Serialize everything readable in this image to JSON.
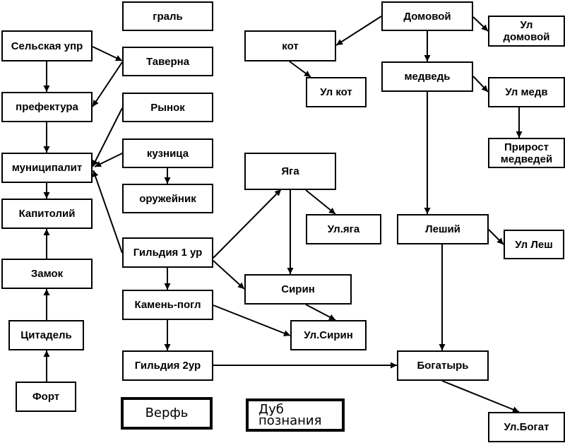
{
  "diagram": {
    "type": "flowchart",
    "nodes": [
      {
        "id": "selskaya",
        "label": "Сельская упр"
      },
      {
        "id": "prefektura",
        "label": "префектура"
      },
      {
        "id": "municipalit",
        "label": "муниципалит"
      },
      {
        "id": "kapitoliy",
        "label": "Капитолий"
      },
      {
        "id": "zamok",
        "label": "Замок"
      },
      {
        "id": "citadel",
        "label": "Цитадель"
      },
      {
        "id": "fort",
        "label": "Форт"
      },
      {
        "id": "gral",
        "label": "граль"
      },
      {
        "id": "taverna",
        "label": "Таверна"
      },
      {
        "id": "rynok",
        "label": "Рынок"
      },
      {
        "id": "kuznica",
        "label": "кузница"
      },
      {
        "id": "oruzheynik",
        "label": "оружейник"
      },
      {
        "id": "gildia1",
        "label": "Гильдия 1 ур"
      },
      {
        "id": "kamen",
        "label": "Камень-погл"
      },
      {
        "id": "gildia2",
        "label": "Гильдия 2ур"
      },
      {
        "id": "verf",
        "label": "Верфь"
      },
      {
        "id": "dub",
        "label": "Дуб\nпознания"
      },
      {
        "id": "kot",
        "label": "кот"
      },
      {
        "id": "ul_kot",
        "label": "Ул кот"
      },
      {
        "id": "domovoy",
        "label": "Домовой"
      },
      {
        "id": "ul_domovoy",
        "label": "Ул\nдомовой"
      },
      {
        "id": "medved",
        "label": "медведь"
      },
      {
        "id": "ul_medv",
        "label": "Ул медв"
      },
      {
        "id": "prirost",
        "label": "Прирост\nмедведей"
      },
      {
        "id": "yaga",
        "label": "Яга"
      },
      {
        "id": "ul_yaga",
        "label": "Ул.яга"
      },
      {
        "id": "leshiy",
        "label": "Леший"
      },
      {
        "id": "ul_lesh",
        "label": "Ул Леш"
      },
      {
        "id": "sirin",
        "label": "Сирин"
      },
      {
        "id": "ul_sirin",
        "label": "Ул.Сирин"
      },
      {
        "id": "bogatyr",
        "label": "Богатырь"
      },
      {
        "id": "ul_bogat",
        "label": "Ул.Богат"
      }
    ],
    "edges": [
      {
        "from": "selskaya",
        "to": "prefektura"
      },
      {
        "from": "selskaya",
        "to": "taverna"
      },
      {
        "from": "taverna",
        "to": "prefektura"
      },
      {
        "from": "prefektura",
        "to": "municipalit"
      },
      {
        "from": "rynok",
        "to": "municipalit"
      },
      {
        "from": "kuznica",
        "to": "municipalit"
      },
      {
        "from": "gildia1",
        "to": "municipalit"
      },
      {
        "from": "municipalit",
        "to": "kapitoliy"
      },
      {
        "from": "zamok",
        "to": "kapitoliy"
      },
      {
        "from": "citadel",
        "to": "zamok"
      },
      {
        "from": "fort",
        "to": "citadel"
      },
      {
        "from": "kuznica",
        "to": "oruzheynik"
      },
      {
        "from": "gildia1",
        "to": "kamen"
      },
      {
        "from": "gildia1",
        "to": "yaga"
      },
      {
        "from": "gildia1",
        "to": "sirin"
      },
      {
        "from": "kamen",
        "to": "gildia2"
      },
      {
        "from": "kamen",
        "to": "ul_sirin"
      },
      {
        "from": "gildia2",
        "to": "bogatyr"
      },
      {
        "from": "domovoy",
        "to": "kot"
      },
      {
        "from": "domovoy",
        "to": "ul_domovoy"
      },
      {
        "from": "domovoy",
        "to": "medved"
      },
      {
        "from": "kot",
        "to": "ul_kot"
      },
      {
        "from": "medved",
        "to": "ul_medv"
      },
      {
        "from": "medved",
        "to": "leshiy"
      },
      {
        "from": "ul_medv",
        "to": "prirost"
      },
      {
        "from": "yaga",
        "to": "ul_yaga"
      },
      {
        "from": "yaga",
        "to": "sirin"
      },
      {
        "from": "sirin",
        "to": "ul_sirin"
      },
      {
        "from": "leshiy",
        "to": "ul_lesh"
      },
      {
        "from": "leshiy",
        "to": "bogatyr"
      },
      {
        "from": "bogatyr",
        "to": "ul_bogat"
      }
    ]
  }
}
